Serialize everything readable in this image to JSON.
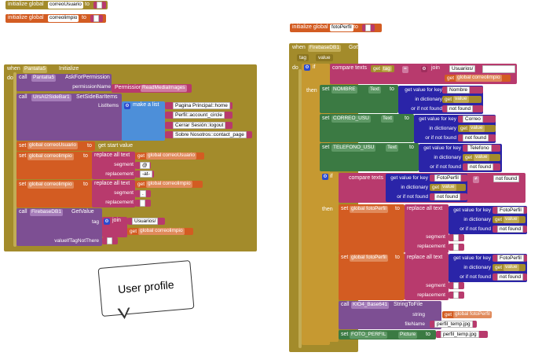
{
  "kw": {
    "initialize_global": "initialize global",
    "to": "to",
    "when": "when",
    "do": "do",
    "call": "call",
    "set": "set",
    "then": "then",
    "if": "if",
    "tag": "tag",
    "value": "value",
    "join": "join",
    "make_a_list": "make a list",
    "compare_texts": "compare texts",
    "get_value_for_key": "get value for key",
    "in_dictionary": "in dictionary",
    "or_if_not_found": "or if not found",
    "replace_all_text": "replace all text",
    "segment": "segment",
    "replacement": "replacement",
    "get": "get",
    "get_start_value": "get start value",
    "permissionName": "permissionName",
    "ListItems": "ListItems",
    "valueIfTagNotThere": "valueIfTagNotThere",
    "string": "string",
    "fileName": "fileName",
    "dot": ".",
    "gear": "⚙",
    "dropdown": "▾",
    "plus": "+"
  },
  "globals": {
    "correoUsuario": "correoUsuario",
    "correolimpio": "correolimpio",
    "fotoPerfil": "fotoPerfil"
  },
  "left_event": {
    "component": "Pantalla5",
    "event": "Initialize",
    "ask_method": "AskForPermission",
    "permission_label": "Permission",
    "permission_value": "ReadMediaImages",
    "sidebar_component": "UrsAI2SideBar1",
    "sidebar_method": "SetSideBarItems",
    "list_items": [
      "Pagina Principal::home",
      "Perfil::account_circle",
      "Cerrar Sesión::logout",
      "Sobre Nosotros::contact_page"
    ],
    "global_correoUsuario": "global correoUsuario",
    "global_correolimpio": "global correolimpio",
    "segment1": "@",
    "replacement1": "-at-",
    "segment2": ".",
    "replacement2": "",
    "firebase_component": "FirebaseDB1",
    "firebase_method": "GetValue",
    "tag_join_1": "Usuarios/",
    "value_if_not": ""
  },
  "right_event": {
    "component": "FirebaseDB1",
    "event": "GotValue",
    "param_tag": "tag",
    "param_value": "value",
    "compare_op": "=",
    "compare_join_1": "Usuarios/",
    "global_correolimpio": "global correolimpio",
    "rows": [
      {
        "component": "NOMBRE",
        "prop": "Text",
        "key": "Nombre",
        "not_found": "not found"
      },
      {
        "component": "CORREO_USU",
        "prop": "Text",
        "key": "Correo",
        "not_found": "not found"
      },
      {
        "component": "TELEFONO_USU",
        "prop": "Text",
        "key": "Telefono",
        "not_found": "not found"
      }
    ],
    "inner_if": {
      "key": "FotoPerfil",
      "op": "≠",
      "not_found": "not found",
      "compare_right": "not found"
    },
    "global_fotoPerfil": "global fotoPerfil",
    "set1_key": "FotoPerfil",
    "set1_not_found": "not found",
    "set1_segment": "",
    "set1_replacement": "",
    "set2_key": "FotoPerfil",
    "set2_not_found": "not found",
    "set2_segment": "",
    "set2_replacement": "",
    "base64_component": "KIO4_Base641",
    "base64_method": "StringToFile",
    "file_name": "perfil_temp.jpg",
    "set_comp": "FOTO_PERFIL",
    "set_prop": "Picture",
    "set_value": "perfil_temp.jpg"
  },
  "bubble_text": "User profile"
}
